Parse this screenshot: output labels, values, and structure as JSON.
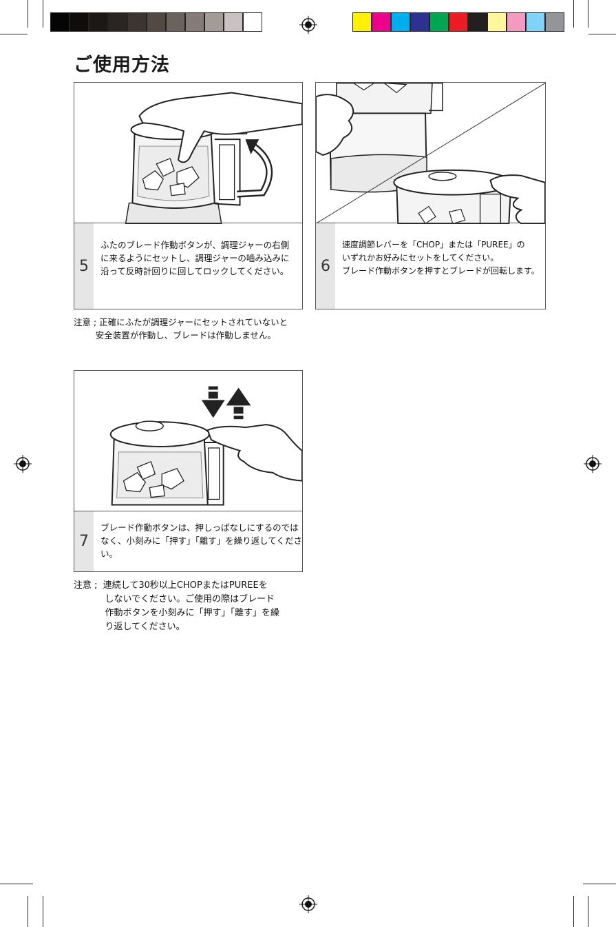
{
  "page_title": "ご使用方法",
  "color_bar": {
    "grays": [
      "#050505",
      "#0f0c0b",
      "#1c1816",
      "#2a2522",
      "#3b3431",
      "#524844",
      "#6b625e",
      "#857c79",
      "#a39b98",
      "#c9c2c1",
      "#ffffff"
    ],
    "colors": [
      "#fff200",
      "#ec008c",
      "#00aeef",
      "#2e3192",
      "#00a651",
      "#ed1c24",
      "#231f20",
      "#fff799",
      "#f49ac1",
      "#7ed3f7",
      "#939598"
    ]
  },
  "steps": [
    {
      "number": "5",
      "text": "ふたのブレード作動ボタンが、調理ジャーの右側\nに来るようにセットし、調理ジャーの嚙み込みに\n沿って反時計回りに回してロックしてください。",
      "illustration": "lid-lock-counterclockwise-illustration"
    },
    {
      "number": "6",
      "text": "速度調節レバーを「CHOP」または「PUREE」の\nいずれかお好みにセットをしてください。\nブレード作動ボタンを押すとブレードが回転します。",
      "illustration": "speed-lever-and-button-illustration"
    },
    {
      "number": "7",
      "text": "ブレード作動ボタンは、押しっぱなしにするのでは\nなく、小刻みに「押す」「離す」を繰り返してください。",
      "illustration": "pulse-button-illustration"
    }
  ],
  "notes": [
    {
      "text": "注意 ; 正確にふたが調理ジャーにセットされていないと\n        安全装置が作動し、ブレードは作動しません。"
    },
    {
      "text": "注意 ;  連続して30秒以上CHOPまたはPUREEを\n           しないでください。ご使用の際はブレード\n           作動ボタンを小刻みに「押す」「離す」を繰\n           り返してください。"
    }
  ]
}
